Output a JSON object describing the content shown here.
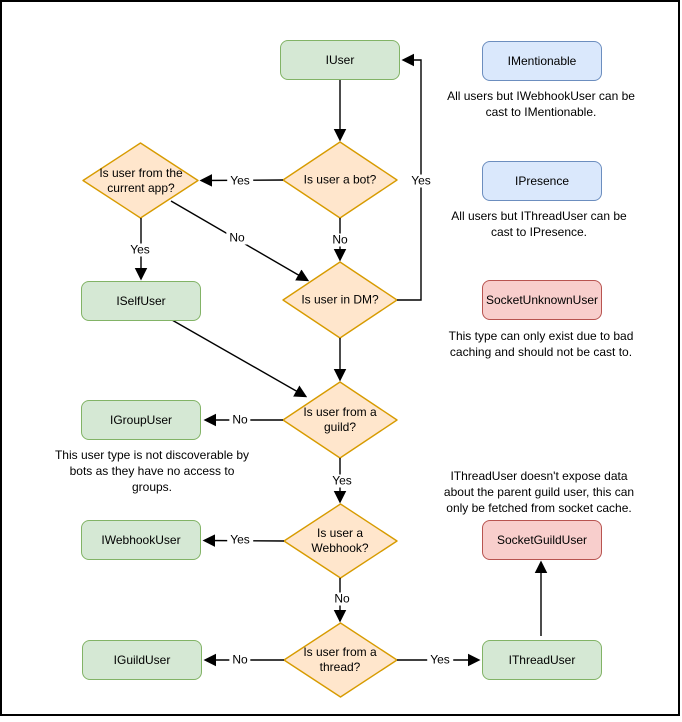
{
  "diagram": {
    "nodes": {
      "iuser": "IUser",
      "imentionable": "IMentionable",
      "ipresence": "IPresence",
      "socket_unknown_user": "SocketUnknownUser",
      "iself_user": "ISelfUser",
      "igroup_user": "IGroupUser",
      "iwebhook_user": "IWebhookUser",
      "iguild_user": "IGuildUser",
      "ithread_user": "IThreadUser",
      "socket_guild_user": "SocketGuildUser"
    },
    "decisions": {
      "is_bot": "Is user a bot?",
      "is_current_app": "Is user from the\ncurrent app?",
      "is_dm": "Is user in DM?",
      "is_guild": "Is user from a\nguild?",
      "is_webhook": "Is user a\nWebhook?",
      "is_thread": "Is user from a\nthread?"
    },
    "edge_labels": {
      "bot_yes": "Yes",
      "bot_no": "No",
      "app_yes": "Yes",
      "app_no": "No",
      "dm_yes": "Yes",
      "guild_no": "No",
      "guild_yes": "Yes",
      "webhook_yes": "Yes",
      "webhook_no": "No",
      "thread_no": "No",
      "thread_yes": "Yes"
    },
    "notes": {
      "mentionable": "All users but IWebhookUser can be\ncast to IMentionable.",
      "presence": "All users but IThreadUser can be\ncast to IPresence.",
      "unknown": "This type can only exist due to bad\ncaching and should not be cast to.",
      "group": "This user type is not discoverable by\nbots as they have no access to\ngroups.",
      "thread": "IThreadUser doesn't expose data\nabout the parent guild user, this can\nonly be fetched from socket cache."
    },
    "colors": {
      "green_fill": "#d5e8d4",
      "green_stroke": "#82b366",
      "blue_fill": "#dae8fc",
      "blue_stroke": "#6c8ebf",
      "red_fill": "#f8cecc",
      "red_stroke": "#b85450",
      "orange_fill": "#ffe6cc",
      "orange_stroke": "#d79b00",
      "line": "#000000"
    }
  }
}
